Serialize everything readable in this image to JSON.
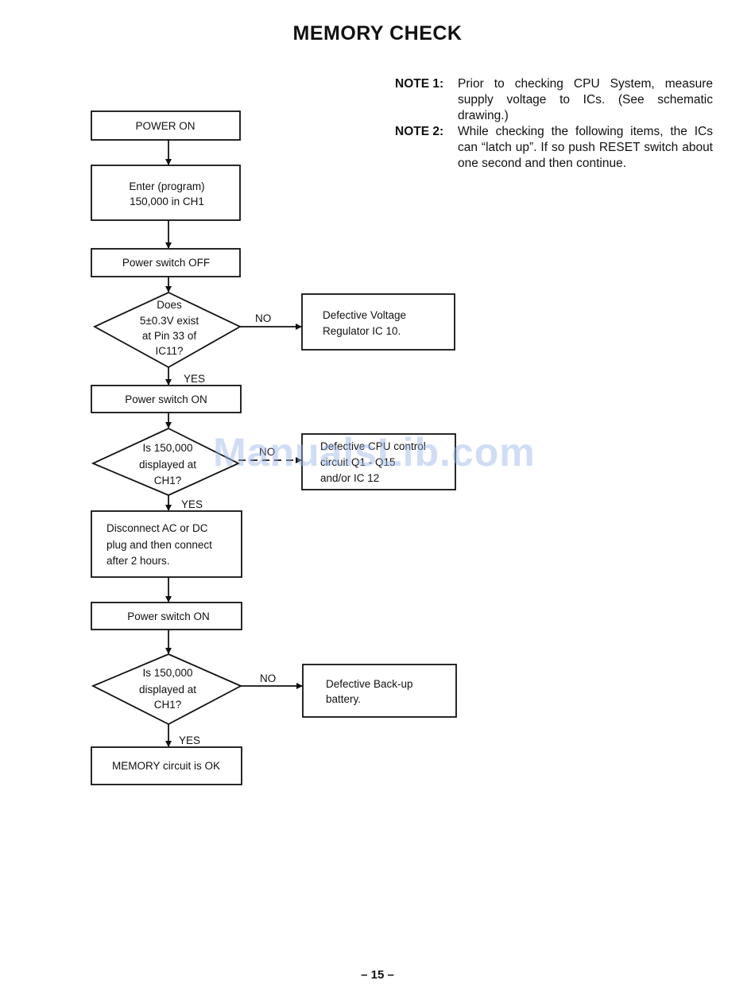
{
  "title": "MEMORY CHECK",
  "notes": [
    {
      "label": "NOTE 1:",
      "text": "Prior to checking CPU System, measure supply voltage to ICs. (See schematic drawing.)"
    },
    {
      "label": "NOTE 2:",
      "text": "While checking the following items, the ICs can “latch up”. If so push RESET switch about one second and then continue."
    }
  ],
  "flowchart": {
    "power_on": [
      "POWER ON"
    ],
    "enter_program": [
      "Enter (program)",
      "150,000 in CH1"
    ],
    "power_off": [
      "Power switch OFF"
    ],
    "decision_voltage": [
      "Does",
      "5±0.3V exist",
      "at Pin 33 of",
      "IC11?"
    ],
    "defective_regulator": [
      "Defective Voltage",
      "Regulator IC 10."
    ],
    "power_on_switch_1": [
      "Power switch ON"
    ],
    "decision_display_1": [
      "Is 150,000",
      "displayed at",
      "CH1?"
    ],
    "defective_cpu": [
      "Defective CPU control",
      "circuit Q1 - Q15",
      "and/or IC 12"
    ],
    "disconnect": [
      "Disconnect AC or DC",
      "plug and then connect",
      "after 2 hours."
    ],
    "power_on_switch_2": [
      "Power switch ON"
    ],
    "decision_display_2": [
      "Is 150,000",
      "displayed at",
      "CH1?"
    ],
    "defective_battery": [
      "Defective Back-up",
      "battery."
    ],
    "memory_ok": [
      "MEMORY circuit is OK"
    ],
    "labels": {
      "no": "NO",
      "yes": "YES"
    }
  },
  "watermark": "ManualsLib.com",
  "page_number": "– 15 –"
}
